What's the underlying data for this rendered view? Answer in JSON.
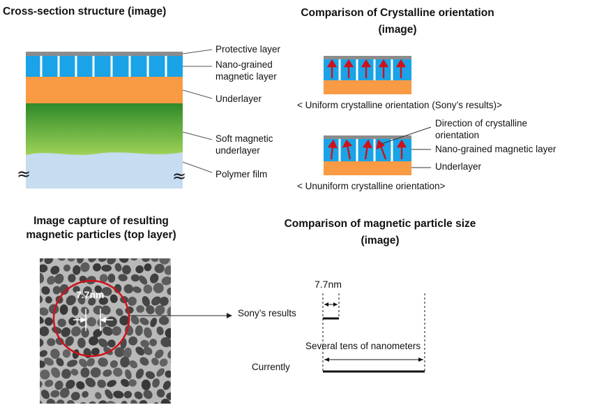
{
  "headings": {
    "cross_section": "Cross-section structure (image)",
    "crystal_line1": "Comparison of Crystalline orientation",
    "crystal_line2": "(image)",
    "capture_line1": "Image capture of resulting",
    "capture_line2": "magnetic particles (top layer)",
    "size_line1": "Comparison of magnetic particle size",
    "size_line2": "(image)"
  },
  "cross_section": {
    "labels": {
      "protective": "Protective layer",
      "nano_1": "Nano-grained",
      "nano_2": "magnetic layer",
      "underlayer": "Underlayer",
      "soft_1": "Soft magnetic",
      "soft_2": "underlayer",
      "polymer": "Polymer film"
    },
    "break_symbol": "≈",
    "colors": {
      "protective": "#8c8c8c",
      "magnetic": "#1aa3e6",
      "underlayer": "#f99a45",
      "soft_top": "#2f8a2a",
      "soft_bottom": "#a4d65a",
      "polymer": "#c6dcf0"
    }
  },
  "crystalline": {
    "uniform_caption": "< Uniform crystalline orientation (Sony’s results)>",
    "nonuniform_caption": "< Ununiform crystalline orientation>",
    "labels": {
      "direction_1": "Direction of crystalline",
      "direction_2": "orientation",
      "nano": "Nano-grained magnetic layer",
      "underlayer": "Underlayer"
    },
    "arrow_color": "#d0101a"
  },
  "capture": {
    "scale_label": "7.7nm",
    "circle_color": "#d0101a"
  },
  "size": {
    "sony_width_label": "7.7nm",
    "sony_label": "Sony’s results",
    "tens_label": "Several tens of nanometers",
    "current_label": "Currently"
  }
}
